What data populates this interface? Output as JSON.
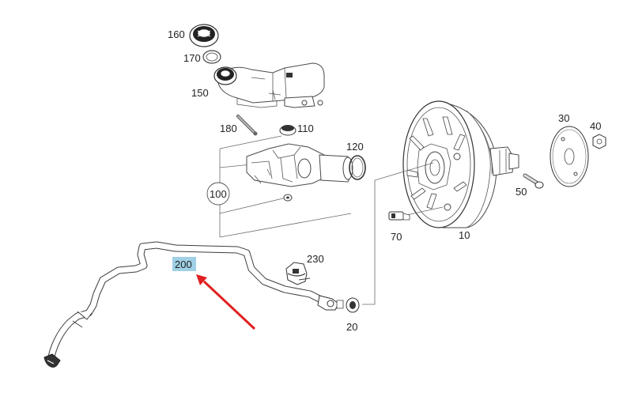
{
  "diagram": {
    "callouts": {
      "p160": "160",
      "p170": "170",
      "p150": "150",
      "p180": "180",
      "p110": "110",
      "p120": "120",
      "p100": "100",
      "p30": "30",
      "p40": "40",
      "p50": "50",
      "p70": "70",
      "p10": "10",
      "p230": "230",
      "p200": "200",
      "p20": "20"
    },
    "highlighted_part": "200",
    "colors": {
      "highlight": "#9fd0e6",
      "arrow": "#e02020",
      "line": "#4a4a4a"
    }
  }
}
